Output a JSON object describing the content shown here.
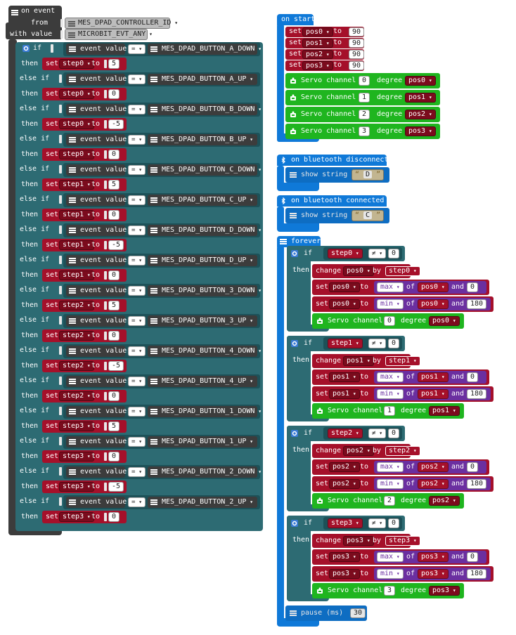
{
  "left": {
    "header": "on event",
    "from_label": "from",
    "from_value": "MES_DPAD_CONTROLLER_ID",
    "with_value_label": "with value",
    "with_value_value": "MICROBIT_EVT_ANY",
    "if_kw": "if",
    "elseif_kw": "else if",
    "then_kw": "then",
    "event_value_label": "event value",
    "eq_op": "=",
    "set_kw": "set",
    "to_kw": "to",
    "rows": [
      {
        "button": "MES_DPAD_BUTTON_A_DOWN",
        "var": "step0",
        "val": "5"
      },
      {
        "button": "MES_DPAD_BUTTON_A_UP",
        "var": "step0",
        "val": "0"
      },
      {
        "button": "MES_DPAD_BUTTON_B_DOWN",
        "var": "step0",
        "val": "-5"
      },
      {
        "button": "MES_DPAD_BUTTON_B_UP",
        "var": "step0",
        "val": "0"
      },
      {
        "button": "MES_DPAD_BUTTON_C_DOWN",
        "var": "step1",
        "val": "5"
      },
      {
        "button": "MES_DPAD_BUTTON_C_UP",
        "var": "step1",
        "val": "0"
      },
      {
        "button": "MES_DPAD_BUTTON_D_DOWN",
        "var": "step1",
        "val": "-5"
      },
      {
        "button": "MES_DPAD_BUTTON_D_UP",
        "var": "step1",
        "val": "0"
      },
      {
        "button": "MES_DPAD_BUTTON_3_DOWN",
        "var": "step2",
        "val": "5"
      },
      {
        "button": "MES_DPAD_BUTTON_3_UP",
        "var": "step2",
        "val": "0"
      },
      {
        "button": "MES_DPAD_BUTTON_4_DOWN",
        "var": "step2",
        "val": "-5"
      },
      {
        "button": "MES_DPAD_BUTTON_4_UP",
        "var": "step2",
        "val": "0"
      },
      {
        "button": "MES_DPAD_BUTTON_1_DOWN",
        "var": "step3",
        "val": "5"
      },
      {
        "button": "MES_DPAD_BUTTON_1_UP",
        "var": "step3",
        "val": "0"
      },
      {
        "button": "MES_DPAD_BUTTON_2_DOWN",
        "var": "step3",
        "val": "-5"
      },
      {
        "button": "MES_DPAD_BUTTON_2_UP",
        "var": "step3",
        "val": "0"
      }
    ]
  },
  "on_start": {
    "header": "on start",
    "sets": [
      {
        "var": "pos0",
        "val": "90"
      },
      {
        "var": "pos1",
        "val": "90"
      },
      {
        "var": "pos2",
        "val": "90"
      },
      {
        "var": "pos3",
        "val": "90"
      }
    ],
    "servos": [
      {
        "channel": "0",
        "var": "pos0"
      },
      {
        "channel": "1",
        "var": "pos1"
      },
      {
        "channel": "2",
        "var": "pos2"
      },
      {
        "channel": "3",
        "var": "pos3"
      }
    ],
    "servo_label": "Servo channel",
    "degree_label": "degree"
  },
  "bt_disconnected": {
    "header": "on bluetooth disconnected",
    "show_label": "show string",
    "value": "D"
  },
  "bt_connected": {
    "header": "on bluetooth connected",
    "show_label": "show string",
    "value": "C"
  },
  "forever": {
    "header": "forever",
    "neq_op": "≠",
    "change_kw": "change",
    "by_kw": "by",
    "max_kw": "max",
    "min_kw": "min",
    "of_kw": "of",
    "and_kw": "and",
    "limit_low": "0",
    "limit_high": "180",
    "cond_val": "0",
    "groups": [
      {
        "step": "step0",
        "pos": "pos0",
        "channel": "0"
      },
      {
        "step": "step1",
        "pos": "pos1",
        "channel": "1"
      },
      {
        "step": "step2",
        "pos": "pos2",
        "channel": "2"
      },
      {
        "step": "step3",
        "pos": "pos3",
        "channel": "3"
      }
    ],
    "pause_label": "pause (ms)",
    "pause_value": "30"
  },
  "icons": {
    "grid": "grid-icon",
    "gear": "gear-icon",
    "bluetooth": "bluetooth-icon",
    "servo": "servo-icon"
  },
  "colors": {
    "event": "#3c3c3c",
    "logic": "#2d6b73",
    "variables": "#a5102a",
    "math": "#6b2fa0",
    "servo": "#1fb51f",
    "basic": "#0f79d8"
  }
}
